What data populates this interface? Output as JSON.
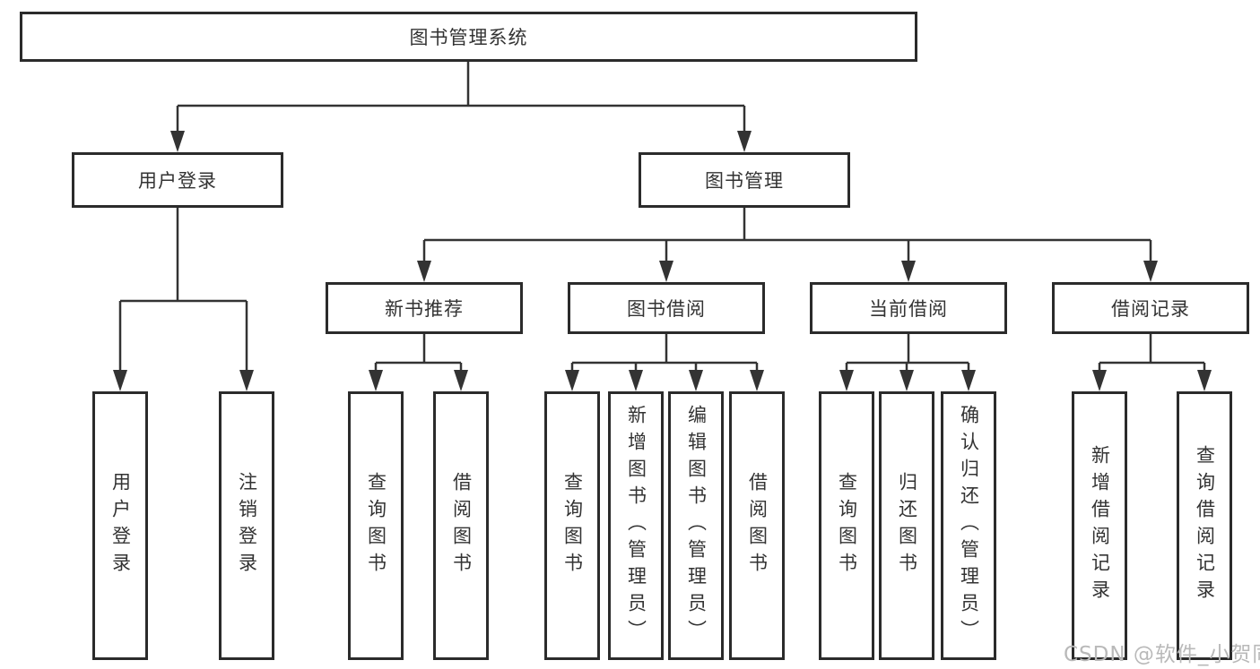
{
  "tree": {
    "root": "图书管理系统",
    "children": [
      {
        "label": "用户登录",
        "children": [
          {
            "label": "用户登录"
          },
          {
            "label": "注销登录"
          }
        ]
      },
      {
        "label": "图书管理",
        "children": [
          {
            "label": "新书推荐",
            "children": [
              {
                "label": "查询图书"
              },
              {
                "label": "借阅图书"
              }
            ]
          },
          {
            "label": "图书借阅",
            "children": [
              {
                "label": "查询图书"
              },
              {
                "label": "新增图书（管理员）"
              },
              {
                "label": "编辑图书（管理员）"
              },
              {
                "label": "借阅图书"
              }
            ]
          },
          {
            "label": "当前借阅",
            "children": [
              {
                "label": "查询图书"
              },
              {
                "label": "归还图书"
              },
              {
                "label": "确认归还（管理员）"
              }
            ]
          },
          {
            "label": "借阅记录",
            "children": [
              {
                "label": "新增借阅记录"
              },
              {
                "label": "查询借阅记录"
              }
            ]
          }
        ]
      }
    ]
  },
  "watermark": "CSDN @软件_小贺同学",
  "colors": {
    "line": "#333333",
    "box_border": "#2b2b2b",
    "text": "#333333",
    "watermark": "#b9b9b9",
    "background": "#ffffff"
  }
}
